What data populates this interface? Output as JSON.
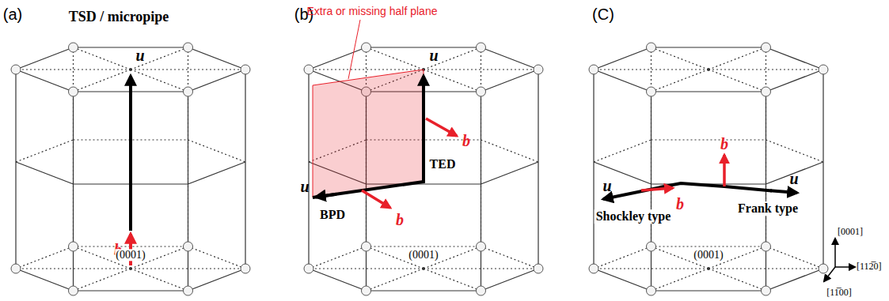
{
  "diagram": {
    "labels": [
      "(a)",
      "TSD / micropipe",
      "u",
      "b",
      "(0001)",
      "(b)",
      "Extra or missing half plane",
      "u",
      "b",
      "TED",
      "u",
      "BPD",
      "b",
      "(0001)",
      "(C)",
      "u",
      "Shockley type",
      "b",
      "u",
      "Frank type",
      "b",
      "(0001)",
      "[0001]",
      "[112̅0]",
      "[11̅00]"
    ]
  }
}
